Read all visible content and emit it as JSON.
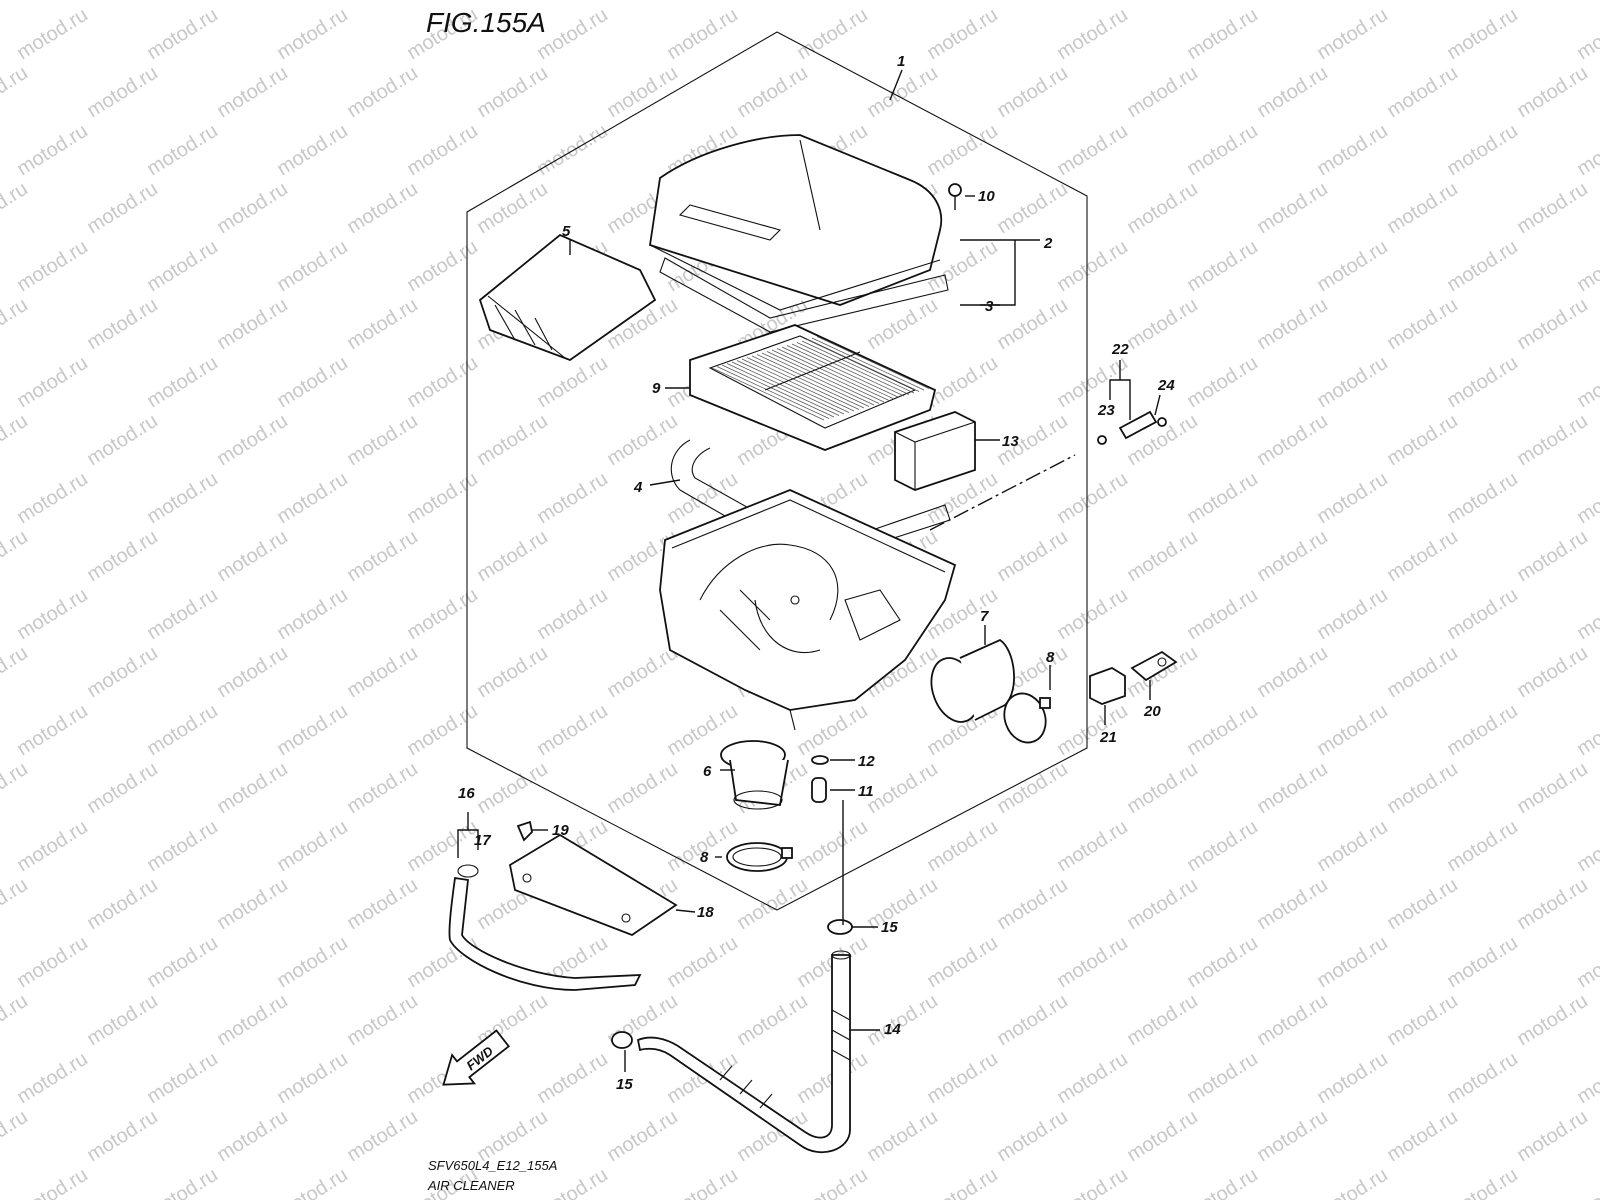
{
  "figure": {
    "title": "FIG.155A",
    "code": "SFV650L4_E12_155A",
    "name": "AIR CLEANER",
    "fwd_label": "FWD"
  },
  "watermark": {
    "text": "motod.ru"
  },
  "callouts": [
    "1",
    "2",
    "3",
    "4",
    "5",
    "6",
    "7",
    "8",
    "8",
    "9",
    "10",
    "11",
    "12",
    "13",
    "14",
    "15",
    "15",
    "16",
    "17",
    "18",
    "19",
    "20",
    "21",
    "22",
    "23",
    "24"
  ]
}
